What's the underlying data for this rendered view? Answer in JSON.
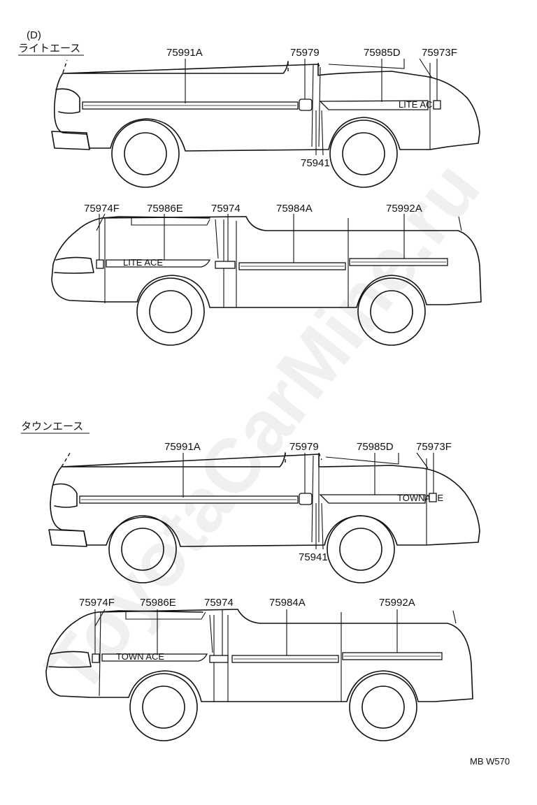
{
  "sections": [
    {
      "id": "lite",
      "marker": "(D)",
      "title": "ライトエース",
      "views": [
        {
          "side": "right",
          "labels": [
            "75991A",
            "75979",
            "75985D",
            "75973F"
          ],
          "bottom_label": "75941",
          "badge": "LITE ACE"
        },
        {
          "side": "left",
          "labels": [
            "75974F",
            "75986E",
            "75974",
            "75984A",
            "75992A"
          ],
          "badge": "LITE ACE"
        }
      ]
    },
    {
      "id": "town",
      "marker": "",
      "title": "タウンエース",
      "views": [
        {
          "side": "right",
          "labels": [
            "75991A",
            "75979",
            "75985D",
            "75973F"
          ],
          "bottom_label": "75941",
          "badge": "TOWNACE"
        },
        {
          "side": "left",
          "labels": [
            "75974F",
            "75986E",
            "75974",
            "75984A",
            "75992A"
          ],
          "badge": "TOWN ACE"
        }
      ]
    }
  ],
  "footer_code": "MB W570",
  "watermark": "ToyotaCarMine.ru"
}
